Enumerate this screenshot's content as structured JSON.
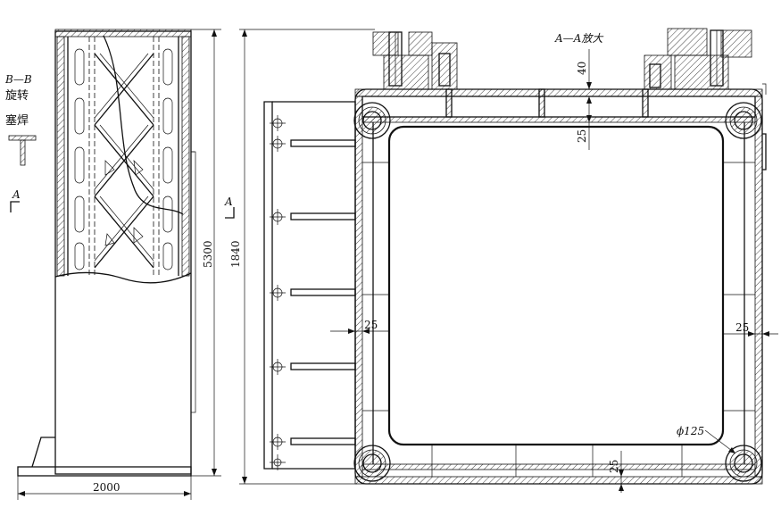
{
  "labels": {
    "section_bb_line1": "B—B",
    "section_bb_line2": "旋转",
    "plug_weld": "塞焊",
    "section_mark_a_left": "A",
    "section_mark_a_mid": "A",
    "view_title": "A—A放大"
  },
  "dimensions": {
    "width_2000": "2000",
    "height_5300": "5300",
    "height_1840": "1840",
    "dim_40": "40",
    "dim_25_top": "25",
    "dim_25_left": "25",
    "dim_25_right": "25",
    "dim_25_bottom": "25",
    "dia_125": "ϕ125"
  }
}
